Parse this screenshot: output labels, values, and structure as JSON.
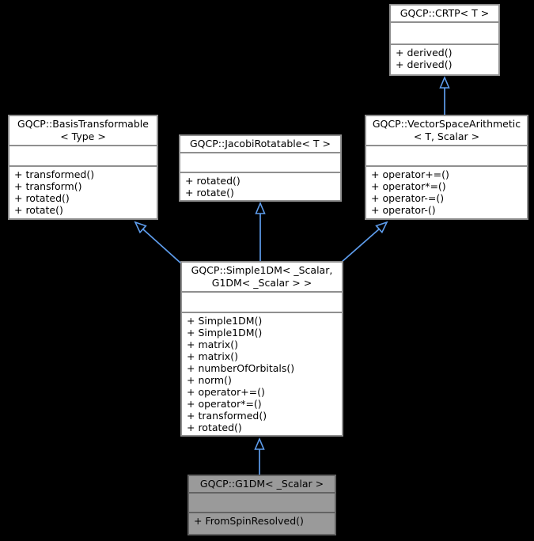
{
  "diagram": {
    "type": "uml-class-inheritance-graph",
    "classes": [
      {
        "name": "GQCP::CRTP",
        "title": "GQCP::CRTP< T >",
        "methods": [
          "+ derived()",
          "+ derived()"
        ]
      },
      {
        "name": "GQCP::BasisTransformable",
        "title": "GQCP::BasisTransformable\n< Type >",
        "methods": [
          "+ transformed()",
          "+ transform()",
          "+ rotated()",
          "+ rotate()"
        ]
      },
      {
        "name": "GQCP::JacobiRotatable",
        "title": "GQCP::JacobiRotatable< T >",
        "methods": [
          "+ rotated()",
          "+ rotate()"
        ]
      },
      {
        "name": "GQCP::VectorSpaceArithmetic",
        "title": "GQCP::VectorSpaceArithmetic\n< T, Scalar >",
        "methods": [
          "+ operator+=()",
          "+ operator*=()",
          "+ operator-=()",
          "+ operator-()"
        ]
      },
      {
        "name": "GQCP::Simple1DM",
        "title": "GQCP::Simple1DM< _Scalar,\nG1DM< _Scalar > >",
        "methods": [
          "+ Simple1DM()",
          "+ Simple1DM()",
          "+ matrix()",
          "+ matrix()",
          "+ numberOfOrbitals()",
          "+ norm()",
          "+ operator+=()",
          "+ operator*=()",
          "+ transformed()",
          "+ rotated()"
        ]
      },
      {
        "name": "GQCP::G1DM",
        "title": "GQCP::G1DM< _Scalar >",
        "methods": [
          "+ FromSpinResolved()"
        ],
        "highlighted": true
      }
    ],
    "edges": [
      {
        "from": "GQCP::VectorSpaceArithmetic",
        "to": "GQCP::CRTP",
        "relation": "public-inheritance"
      },
      {
        "from": "GQCP::Simple1DM",
        "to": "GQCP::BasisTransformable",
        "relation": "public-inheritance"
      },
      {
        "from": "GQCP::Simple1DM",
        "to": "GQCP::JacobiRotatable",
        "relation": "public-inheritance"
      },
      {
        "from": "GQCP::Simple1DM",
        "to": "GQCP::VectorSpaceArithmetic",
        "relation": "public-inheritance"
      },
      {
        "from": "GQCP::G1DM",
        "to": "GQCP::Simple1DM",
        "relation": "public-inheritance"
      }
    ]
  },
  "colors": {
    "background": "#000000",
    "box_fill": "#ffffff",
    "box_border": "#8f8f8f",
    "highlight_fill": "#9a9a9a",
    "highlight_border": "#636363",
    "arrow": "#5e9ded",
    "text": "#000000"
  }
}
